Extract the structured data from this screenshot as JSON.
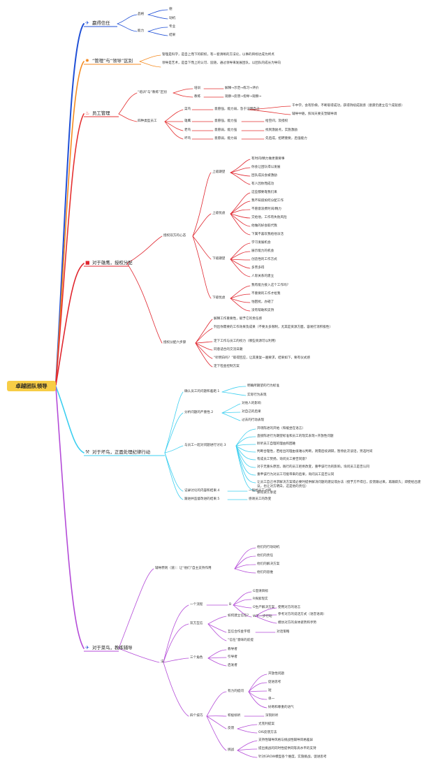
{
  "root": "卓越团队领导",
  "colors": {
    "b1": "#1f4fd6",
    "b2": "#f58a1f",
    "b3": "#e53030",
    "b4": "#e0262f",
    "b5": "#3ccff0",
    "b6": "#b44bd8",
    "root": "#f7cd46"
  },
  "b1": {
    "label": "赢得信任",
    "icon": "paper-plane-icon",
    "pinzhi": "品格",
    "pinzhi_items": [
      "德",
      "动机"
    ],
    "nengli": "能力",
    "nengli_items": [
      "专业",
      "结果"
    ]
  },
  "b2": {
    "label": "“管理”与“领导”区别",
    "icon": "star-badge-icon",
    "items": [
      "管理是科学，是自上而下的职权，有一套清晰的方法论，以事的目标达成为终点",
      "领导是艺术，是自下而上的认可、追随，通过领导来发展团队，以团队的成长为导向"
    ]
  },
  "b3": {
    "label": "员工管理",
    "icon": "flame-icon",
    "peixun_jiaolian": "“培训”与“教练”区别",
    "peixun": "培训",
    "peixun_desc": "解释→示范→练习→评价",
    "jiaolian": "教练",
    "jiaolian_desc": "观察→反馈→指导→观察→",
    "four_types": "四种类型员工",
    "cainiao": "菜鸟",
    "cainiao_desc": "意愿强，能力弱，急于证明自己",
    "cainiao_a": "干中学，会有阶梯，不断取得成功，获得持续成就感（意愿仍建立在个成就感）",
    "cainiao_b": "辅导中随，照叫天要支塑辅导调",
    "laoniao": "雄鹰",
    "laoniao_desc": "意愿强，能力强",
    "laoniao_act": "给空间，及授权",
    "laoniu": "老鸟",
    "laoniu_desc": "意愿弱，能力强",
    "laoniu_act": "找到激励点，实施激励",
    "huainiao": "坏鸟",
    "huainiao_desc": "意愿弱，能力弱",
    "huainiao_act": "先后成，招聘重要，后强能力"
  },
  "b4": {
    "label": "对于雄鹰，授权分配",
    "icon": "red-flag-icon",
    "xinlun": "授权双方的心态",
    "sj_qiwang": "上级期望",
    "sj_qiwang_items": [
      "有时间/精力做更重要事",
      "你会让团队得以发展",
      "团队成员会被激励",
      "有人因你而成功"
    ],
    "sj_youlv": "上级忧虑",
    "sj_youlv_items": [
      "这些都要靠我们来",
      "我不知道如何分配工作",
      "不愿意浪费时间/精力",
      "交给他，工作有失败风险",
      "他做的好会取代我",
      "下属不喜欢我给他派活"
    ],
    "xj_qiwang": "下级期望",
    "xj_qiwang_items": [
      "学习发展机会",
      "展示能力的机会",
      "创造性的工作方式",
      "多劳多得",
      "人际关系的建立"
    ],
    "xj_youlv": "下级忧虑",
    "xj_youlv_items": [
      "我有能力接入这个工作吗？",
      "不重要的工作才给我",
      "怕困扰，办砸了",
      "没有帮助和支持"
    ],
    "liubu": "授权分配六步骤",
    "liubu_items": [
      "解释工作重要性，赋予它的责任感",
      "列出你需要的工作效果及成果（不要太多限制，尤其是资源方面，容易打消积极性）",
      "定下工作与员工的权力（哪些资源可以利用）",
      "同意适合的交流日期",
      "“听明白吗？”取得回应，让其重复一遍要求，结果如下，要有仪式感",
      "定下检查控制方案"
    ]
  },
  "b5": {
    "label": "对于坏鸟，正面处理纪律行动",
    "icon": "hammer-pick-icon",
    "s1": "确认员工的问题和差距.1",
    "s1_items": [
      "明确所期望的行为标准",
      "实际行为表现"
    ],
    "s2": "分析问题的严重性.2",
    "s2_items": [
      "对他人的影响",
      "对自己的后果",
      "过去的行动表现"
    ],
    "s3": "与员工一起对问题进行讨论.3",
    "s3_items": [
      "开场陈述的开始（和缓坐在语言）",
      "直接陈述行为期望标准和员工的现实表现+开放性问题",
      "聆听员工自理的理由和困难",
      "判断合理性，若给出的理由很难以判断，则需后续调研，暂停此次谈话，另选时间",
      "有成员工赞扬，询问员工要否同意？",
      "对于无重头原因，践行的员工拒绝改变，重申该行为的影响，询问员工是否认同",
      "重申该行为对员工可能带来的后果，询问员工是否认同",
      "让员工自己寻求解决方案或必要时提供解决问题的建议或办法（授予方不得已，反馈跟过来，再跟踪久；即使给出建议，也让对方明白，这是他的责任）",
      "获得员工承诺"
    ],
    "s4": "记录讨论的内容和结果.4",
    "s4_item": "一般给员工过目",
    "s5": "跟进并监督改进的结果.5",
    "s5_item": "感谢员工的改变"
  },
  "b6": {
    "label": "对于菜鸟，教练辅导",
    "icon": "paper-plane-icon",
    "fuzhu": "辅导原则（道）：让“他们”自主支持作用",
    "fuzhu_items": [
      "他们的行动动机",
      "他们的责任",
      "他们的解决方案",
      "他们的思维"
    ],
    "fa": "法",
    "liucheng": "一个流程",
    "liucheng_mid": "B",
    "liucheng_items": [
      "G澄清目标",
      "R探索现实",
      "O生产解决方案",
      "W下一步行动"
    ],
    "huxin": "双方互信",
    "ruhe": "如何建立信任？",
    "ruhe_items": [
      "使用对方的语言",
      "参考对方的说话方式（语音语调）",
      "模仿对方的身体姿势和手势"
    ],
    "huhe": "互信合作金字塔",
    "huhe_item": "对话策略",
    "xinren": "“信任”意味的前提",
    "sange": "三个角色",
    "sange_items": [
      "教导者",
      "引导者",
      "启发者"
    ],
    "sige": "四个技巧",
    "tiwen": "有力的提问",
    "tiwen_items": [
      "开放性问题",
      "促进思考",
      "短",
      "单一",
      "好奇和尊重的语气"
    ],
    "qingting": "积极倾听",
    "qingting_item": "深刻聆听",
    "fankui": "反馈",
    "fankui_items": [
      "尤克利提案",
      "OIS反馈方法"
    ],
    "tiaozhan": "挑战",
    "tiaozhan_items": [
      "支持性辅导风格与挑战性辅导风格差异",
      "提出挑战的同时性提供同等高水平的支持",
      "针对GROW模型各个维度，实施挑战，促进思考"
    ]
  }
}
